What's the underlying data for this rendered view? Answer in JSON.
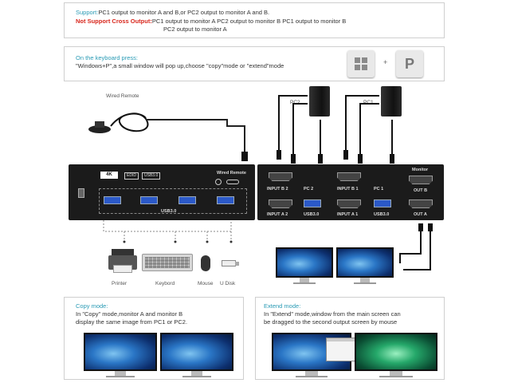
{
  "support": {
    "label": "Support:",
    "text": "PC1 output to monitor A and B,or PC2 output to monitor A and B.",
    "not_label": "Not Support Cross Output:",
    "not_text1": "PC1 output to monitor A    PC2 output to monitor B    PC1 output to monitor B",
    "not_text2": "PC2 output to monitor A"
  },
  "keyboard": {
    "title": "On the keyboard press:",
    "text": "\"Windows+P\",a small window will pop up,choose \"copy\"mode or \"extend\"mode",
    "plus": "+",
    "key_p": "P"
  },
  "wired_remote": "Wired Remote",
  "pc_labels": {
    "pc2": "PC2",
    "pc1": "PC1"
  },
  "kvm_left": {
    "badge_4k": "4K",
    "badge_edid": "EDID",
    "badge_usb": "USB3.0",
    "remote_label": "Wired Remote",
    "usb_label": "USB3.0"
  },
  "kvm_right": {
    "input_b2": "INPUT B 2",
    "pc2": "PC 2",
    "input_a2": "INPUT A 2",
    "usb2": "USB3.0",
    "input_b1": "INPUT B 1",
    "pc1": "PC 1",
    "input_a1": "INPUT A 1",
    "usb1": "USB3.0",
    "monitor": "Monitor",
    "out_b": "OUT B",
    "out_a": "OUT A"
  },
  "peripherals": [
    "Printer",
    "Keybord",
    "Mouse",
    "U Disk"
  ],
  "copy": {
    "title": "Copy mode:",
    "line1": "In \"Copy\" mode,monitor A and monitor B",
    "line2": "display the same image from PC1 or PC2."
  },
  "extend": {
    "title": "Extend mode:",
    "line1": "In \"Extend\" mode,window from the main screen can",
    "line2": "be dragged to the second output screen by mouse"
  },
  "colors": {
    "accent": "#2a9bb5",
    "warning": "#d8261c",
    "usb_blue": "#2b59c8"
  }
}
